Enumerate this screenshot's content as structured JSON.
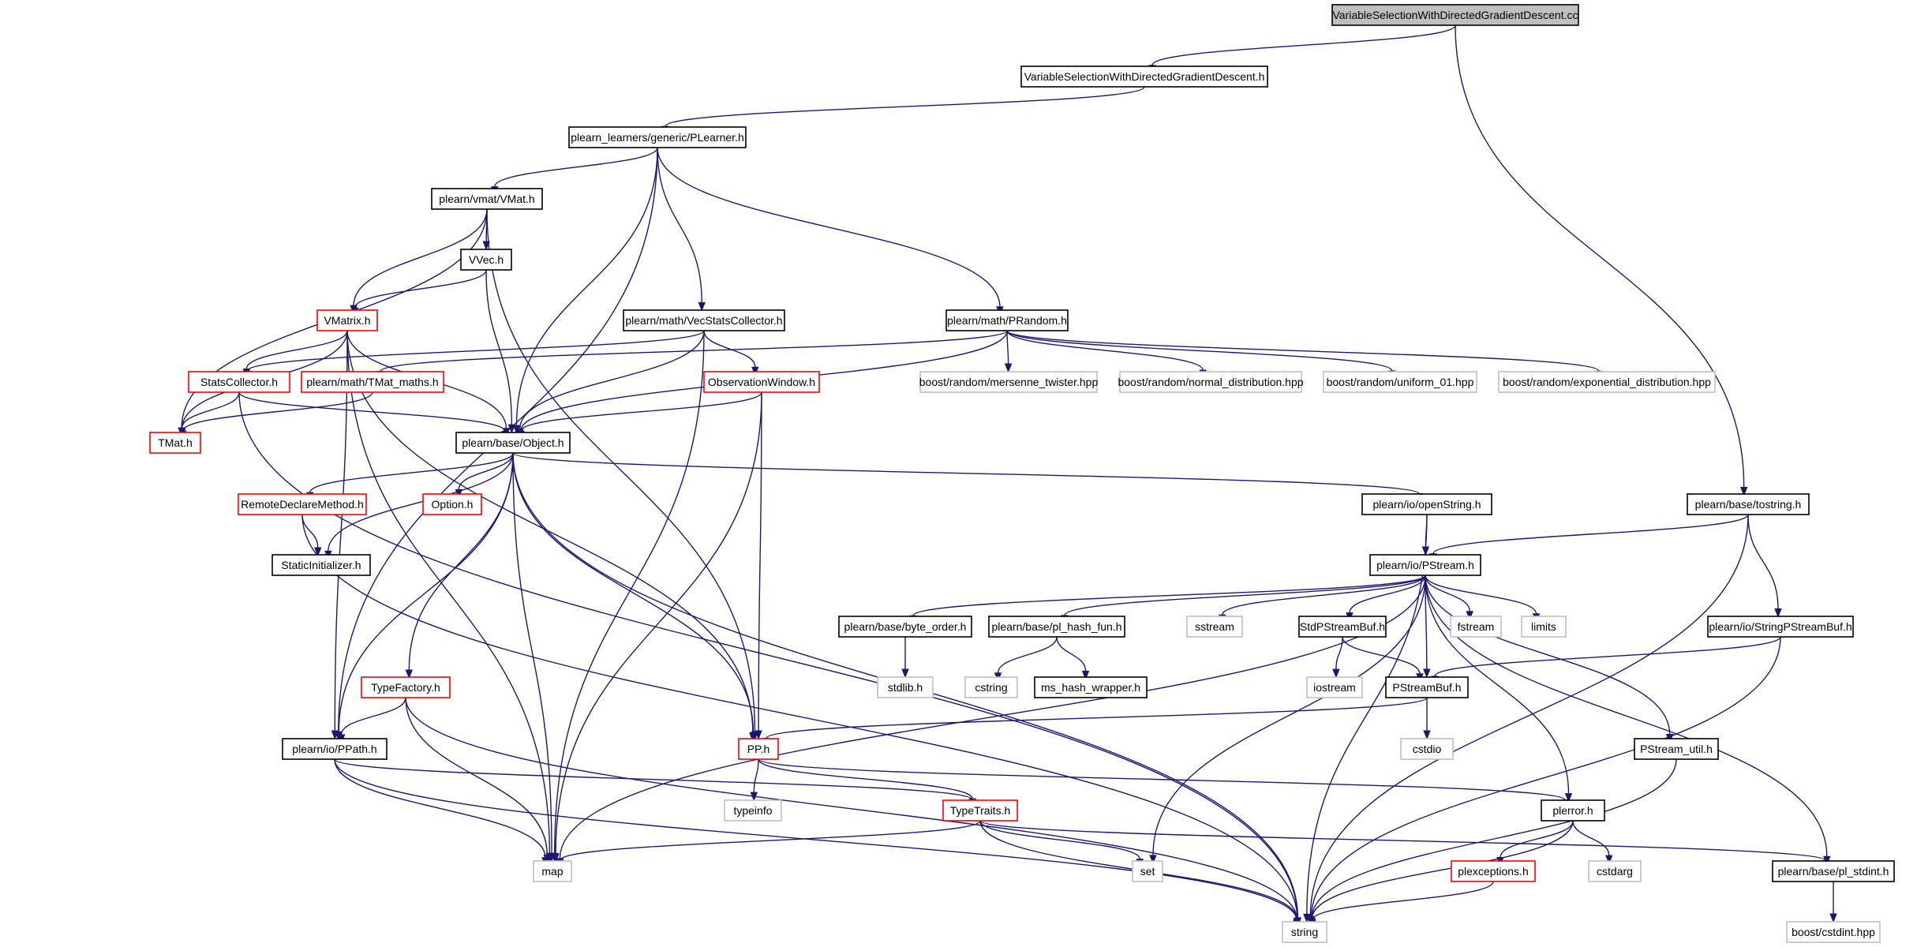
{
  "colors": {
    "edge": "#191970",
    "text": "#000000",
    "border_local": "#000000",
    "border_truncated": "#ff0000",
    "border_system": "#bfbfbf",
    "fill_root": "#bfbfbf",
    "fill": "#ffffff"
  },
  "nodes": [
    {
      "id": "n_cc",
      "label": "VariableSelectionWithDirectedGradientDescent.cc",
      "kind": "root"
    },
    {
      "id": "n_h",
      "label": "VariableSelectionWithDirectedGradientDescent.h",
      "kind": "local"
    },
    {
      "id": "n_plearner",
      "label": "plearn_learners/generic/PLearner.h",
      "kind": "local"
    },
    {
      "id": "n_vmat",
      "label": "plearn/vmat/VMat.h",
      "kind": "local"
    },
    {
      "id": "n_vvec",
      "label": "VVec.h",
      "kind": "local"
    },
    {
      "id": "n_vmatrix",
      "label": "VMatrix.h",
      "kind": "truncated"
    },
    {
      "id": "n_vecstats",
      "label": "plearn/math/VecStatsCollector.h",
      "kind": "local"
    },
    {
      "id": "n_prandom",
      "label": "plearn/math/PRandom.h",
      "kind": "local"
    },
    {
      "id": "n_statscol",
      "label": "StatsCollector.h",
      "kind": "truncated"
    },
    {
      "id": "n_tmatmaths",
      "label": "plearn/math/TMat_maths.h",
      "kind": "truncated"
    },
    {
      "id": "n_obswin",
      "label": "ObservationWindow.h",
      "kind": "truncated"
    },
    {
      "id": "n_mersenne",
      "label": "boost/random/mersenne_twister.hpp",
      "kind": "system"
    },
    {
      "id": "n_normal",
      "label": "boost/random/normal_distribution.hpp",
      "kind": "system"
    },
    {
      "id": "n_uniform",
      "label": "boost/random/uniform_01.hpp",
      "kind": "system"
    },
    {
      "id": "n_expo",
      "label": "boost/random/exponential_distribution.hpp",
      "kind": "system"
    },
    {
      "id": "n_tmat",
      "label": "TMat.h",
      "kind": "truncated"
    },
    {
      "id": "n_object",
      "label": "plearn/base/Object.h",
      "kind": "local"
    },
    {
      "id": "n_remote",
      "label": "RemoteDeclareMethod.h",
      "kind": "truncated"
    },
    {
      "id": "n_option",
      "label": "Option.h",
      "kind": "truncated"
    },
    {
      "id": "n_openstr",
      "label": "plearn/io/openString.h",
      "kind": "local"
    },
    {
      "id": "n_tostring",
      "label": "plearn/base/tostring.h",
      "kind": "local"
    },
    {
      "id": "n_staticinit",
      "label": "StaticInitializer.h",
      "kind": "local"
    },
    {
      "id": "n_pstream",
      "label": "plearn/io/PStream.h",
      "kind": "local"
    },
    {
      "id": "n_byteorder",
      "label": "plearn/base/byte_order.h",
      "kind": "local"
    },
    {
      "id": "n_hashfun",
      "label": "plearn/base/pl_hash_fun.h",
      "kind": "local"
    },
    {
      "id": "n_sstream",
      "label": "sstream",
      "kind": "system"
    },
    {
      "id": "n_stdpsb",
      "label": "StdPStreamBuf.h",
      "kind": "local"
    },
    {
      "id": "n_fstream",
      "label": "fstream",
      "kind": "system"
    },
    {
      "id": "n_limits",
      "label": "limits",
      "kind": "system"
    },
    {
      "id": "n_strpsb",
      "label": "plearn/io/StringPStreamBuf.h",
      "kind": "local"
    },
    {
      "id": "n_stdlib",
      "label": "stdlib.h",
      "kind": "system"
    },
    {
      "id": "n_cstring",
      "label": "cstring",
      "kind": "system"
    },
    {
      "id": "n_mshash",
      "label": "ms_hash_wrapper.h",
      "kind": "local"
    },
    {
      "id": "n_iostream",
      "label": "iostream",
      "kind": "system"
    },
    {
      "id": "n_psb",
      "label": "PStreamBuf.h",
      "kind": "local"
    },
    {
      "id": "n_typefac",
      "label": "TypeFactory.h",
      "kind": "truncated"
    },
    {
      "id": "n_ppath",
      "label": "plearn/io/PPath.h",
      "kind": "local"
    },
    {
      "id": "n_pp",
      "label": "PP.h",
      "kind": "truncated"
    },
    {
      "id": "n_cstdio",
      "label": "cstdio",
      "kind": "system"
    },
    {
      "id": "n_pstreamutil",
      "label": "PStream_util.h",
      "kind": "local"
    },
    {
      "id": "n_typeinfo",
      "label": "typeinfo",
      "kind": "system"
    },
    {
      "id": "n_typetraits",
      "label": "TypeTraits.h",
      "kind": "truncated"
    },
    {
      "id": "n_plerror",
      "label": "plerror.h",
      "kind": "local"
    },
    {
      "id": "n_map",
      "label": "map",
      "kind": "system"
    },
    {
      "id": "n_set",
      "label": "set",
      "kind": "system"
    },
    {
      "id": "n_plexc",
      "label": "plexceptions.h",
      "kind": "truncated"
    },
    {
      "id": "n_cstdarg",
      "label": "cstdarg",
      "kind": "system"
    },
    {
      "id": "n_stdint",
      "label": "plearn/base/pl_stdint.h",
      "kind": "local"
    },
    {
      "id": "n_string",
      "label": "string",
      "kind": "system"
    },
    {
      "id": "n_cstdint",
      "label": "boost/cstdint.hpp",
      "kind": "system"
    }
  ],
  "edges": [
    [
      "n_cc",
      "n_h"
    ],
    [
      "n_cc",
      "n_tostring"
    ],
    [
      "n_h",
      "n_plearner"
    ],
    [
      "n_plearner",
      "n_vmat"
    ],
    [
      "n_plearner",
      "n_object"
    ],
    [
      "n_plearner",
      "n_vecstats"
    ],
    [
      "n_plearner",
      "n_prandom"
    ],
    [
      "n_plearner",
      "n_ppath"
    ],
    [
      "n_vmat",
      "n_vvec"
    ],
    [
      "n_vmat",
      "n_vmatrix"
    ],
    [
      "n_vmat",
      "n_tmat"
    ],
    [
      "n_vmat",
      "n_pp"
    ],
    [
      "n_vvec",
      "n_vmatrix"
    ],
    [
      "n_vvec",
      "n_object"
    ],
    [
      "n_vmatrix",
      "n_statscol"
    ],
    [
      "n_vmatrix",
      "n_tmat"
    ],
    [
      "n_vmatrix",
      "n_object"
    ],
    [
      "n_vmatrix",
      "n_pp"
    ],
    [
      "n_vmatrix",
      "n_ppath"
    ],
    [
      "n_vmatrix",
      "n_map"
    ],
    [
      "n_vecstats",
      "n_statscol"
    ],
    [
      "n_vecstats",
      "n_obswin"
    ],
    [
      "n_vecstats",
      "n_object"
    ],
    [
      "n_vecstats",
      "n_map"
    ],
    [
      "n_prandom",
      "n_tmatmaths"
    ],
    [
      "n_prandom",
      "n_object"
    ],
    [
      "n_prandom",
      "n_mersenne"
    ],
    [
      "n_prandom",
      "n_normal"
    ],
    [
      "n_prandom",
      "n_uniform"
    ],
    [
      "n_prandom",
      "n_expo"
    ],
    [
      "n_statscol",
      "n_tmat"
    ],
    [
      "n_statscol",
      "n_object"
    ],
    [
      "n_statscol",
      "n_string"
    ],
    [
      "n_tmatmaths",
      "n_tmat"
    ],
    [
      "n_obswin",
      "n_object"
    ],
    [
      "n_obswin",
      "n_pp"
    ],
    [
      "n_obswin",
      "n_map"
    ],
    [
      "n_object",
      "n_remote"
    ],
    [
      "n_object",
      "n_option"
    ],
    [
      "n_object",
      "n_staticinit"
    ],
    [
      "n_object",
      "n_typefac"
    ],
    [
      "n_object",
      "n_ppath"
    ],
    [
      "n_object",
      "n_map"
    ],
    [
      "n_object",
      "n_pp"
    ],
    [
      "n_object",
      "n_string"
    ],
    [
      "n_object",
      "n_openstr"
    ],
    [
      "n_remote",
      "n_staticinit"
    ],
    [
      "n_remote",
      "n_string"
    ],
    [
      "n_openstr",
      "n_pstream"
    ],
    [
      "n_openstr",
      "n_string"
    ],
    [
      "n_tostring",
      "n_pstream"
    ],
    [
      "n_tostring",
      "n_strpsb"
    ],
    [
      "n_tostring",
      "n_string"
    ],
    [
      "n_pstream",
      "n_byteorder"
    ],
    [
      "n_pstream",
      "n_hashfun"
    ],
    [
      "n_pstream",
      "n_sstream"
    ],
    [
      "n_pstream",
      "n_stdpsb"
    ],
    [
      "n_pstream",
      "n_fstream"
    ],
    [
      "n_pstream",
      "n_limits"
    ],
    [
      "n_pstream",
      "n_psb"
    ],
    [
      "n_pstream",
      "n_map"
    ],
    [
      "n_pstream",
      "n_set"
    ],
    [
      "n_pstream",
      "n_plerror"
    ],
    [
      "n_pstream",
      "n_pstreamutil"
    ],
    [
      "n_pstream",
      "n_stdint"
    ],
    [
      "n_byteorder",
      "n_stdlib"
    ],
    [
      "n_hashfun",
      "n_cstring"
    ],
    [
      "n_hashfun",
      "n_mshash"
    ],
    [
      "n_stdpsb",
      "n_iostream"
    ],
    [
      "n_stdpsb",
      "n_psb"
    ],
    [
      "n_strpsb",
      "n_psb"
    ],
    [
      "n_strpsb",
      "n_string"
    ],
    [
      "n_psb",
      "n_pp"
    ],
    [
      "n_psb",
      "n_cstdio"
    ],
    [
      "n_typefac",
      "n_ppath"
    ],
    [
      "n_typefac",
      "n_map"
    ],
    [
      "n_typefac",
      "n_string"
    ],
    [
      "n_ppath",
      "n_typetraits"
    ],
    [
      "n_ppath",
      "n_map"
    ],
    [
      "n_ppath",
      "n_string"
    ],
    [
      "n_pp",
      "n_typeinfo"
    ],
    [
      "n_pp",
      "n_typetraits"
    ],
    [
      "n_pp",
      "n_plerror"
    ],
    [
      "n_pstreamutil",
      "n_string"
    ],
    [
      "n_typetraits",
      "n_map"
    ],
    [
      "n_typetraits",
      "n_set"
    ],
    [
      "n_typetraits",
      "n_string"
    ],
    [
      "n_typetraits",
      "n_stdint"
    ],
    [
      "n_plerror",
      "n_plexc"
    ],
    [
      "n_plerror",
      "n_cstdarg"
    ],
    [
      "n_plerror",
      "n_string"
    ],
    [
      "n_plexc",
      "n_string"
    ],
    [
      "n_stdint",
      "n_cstdint"
    ]
  ]
}
